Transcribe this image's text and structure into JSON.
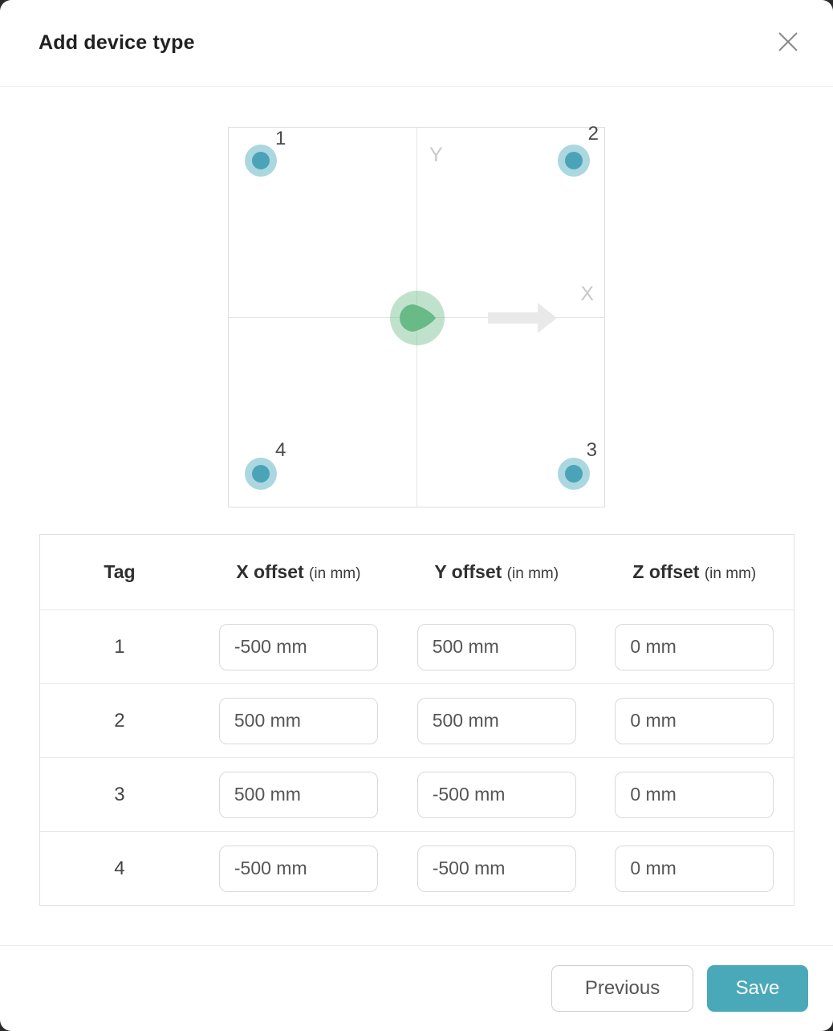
{
  "modal": {
    "title": "Add device type"
  },
  "diagram": {
    "axis": {
      "x_label": "X",
      "y_label": "Y"
    },
    "tags": [
      {
        "id": "1",
        "position": "top-left"
      },
      {
        "id": "2",
        "position": "top-right"
      },
      {
        "id": "3",
        "position": "bottom-right"
      },
      {
        "id": "4",
        "position": "bottom-left"
      }
    ],
    "colors": {
      "tag_outer": "#abd7e0",
      "tag_inner": "#4ba3b8",
      "origin_outer": "#b9dfc6",
      "origin_inner": "#68ba86",
      "arrow": "#e9e9e9"
    }
  },
  "table": {
    "headers": [
      {
        "label": "Tag",
        "unit": ""
      },
      {
        "label": "X offset",
        "unit": "(in mm)"
      },
      {
        "label": "Y offset",
        "unit": "(in mm)"
      },
      {
        "label": "Z offset",
        "unit": "(in mm)"
      }
    ],
    "rows": [
      {
        "tag": "1",
        "x": "-500 mm",
        "y": "500 mm",
        "z": "0 mm"
      },
      {
        "tag": "2",
        "x": "500 mm",
        "y": "500 mm",
        "z": "0 mm"
      },
      {
        "tag": "3",
        "x": "500 mm",
        "y": "-500 mm",
        "z": "0 mm"
      },
      {
        "tag": "4",
        "x": "-500 mm",
        "y": "-500 mm",
        "z": "0 mm"
      }
    ]
  },
  "footer": {
    "previous_label": "Previous",
    "save_label": "Save",
    "save_color": "#4aa9b9"
  }
}
